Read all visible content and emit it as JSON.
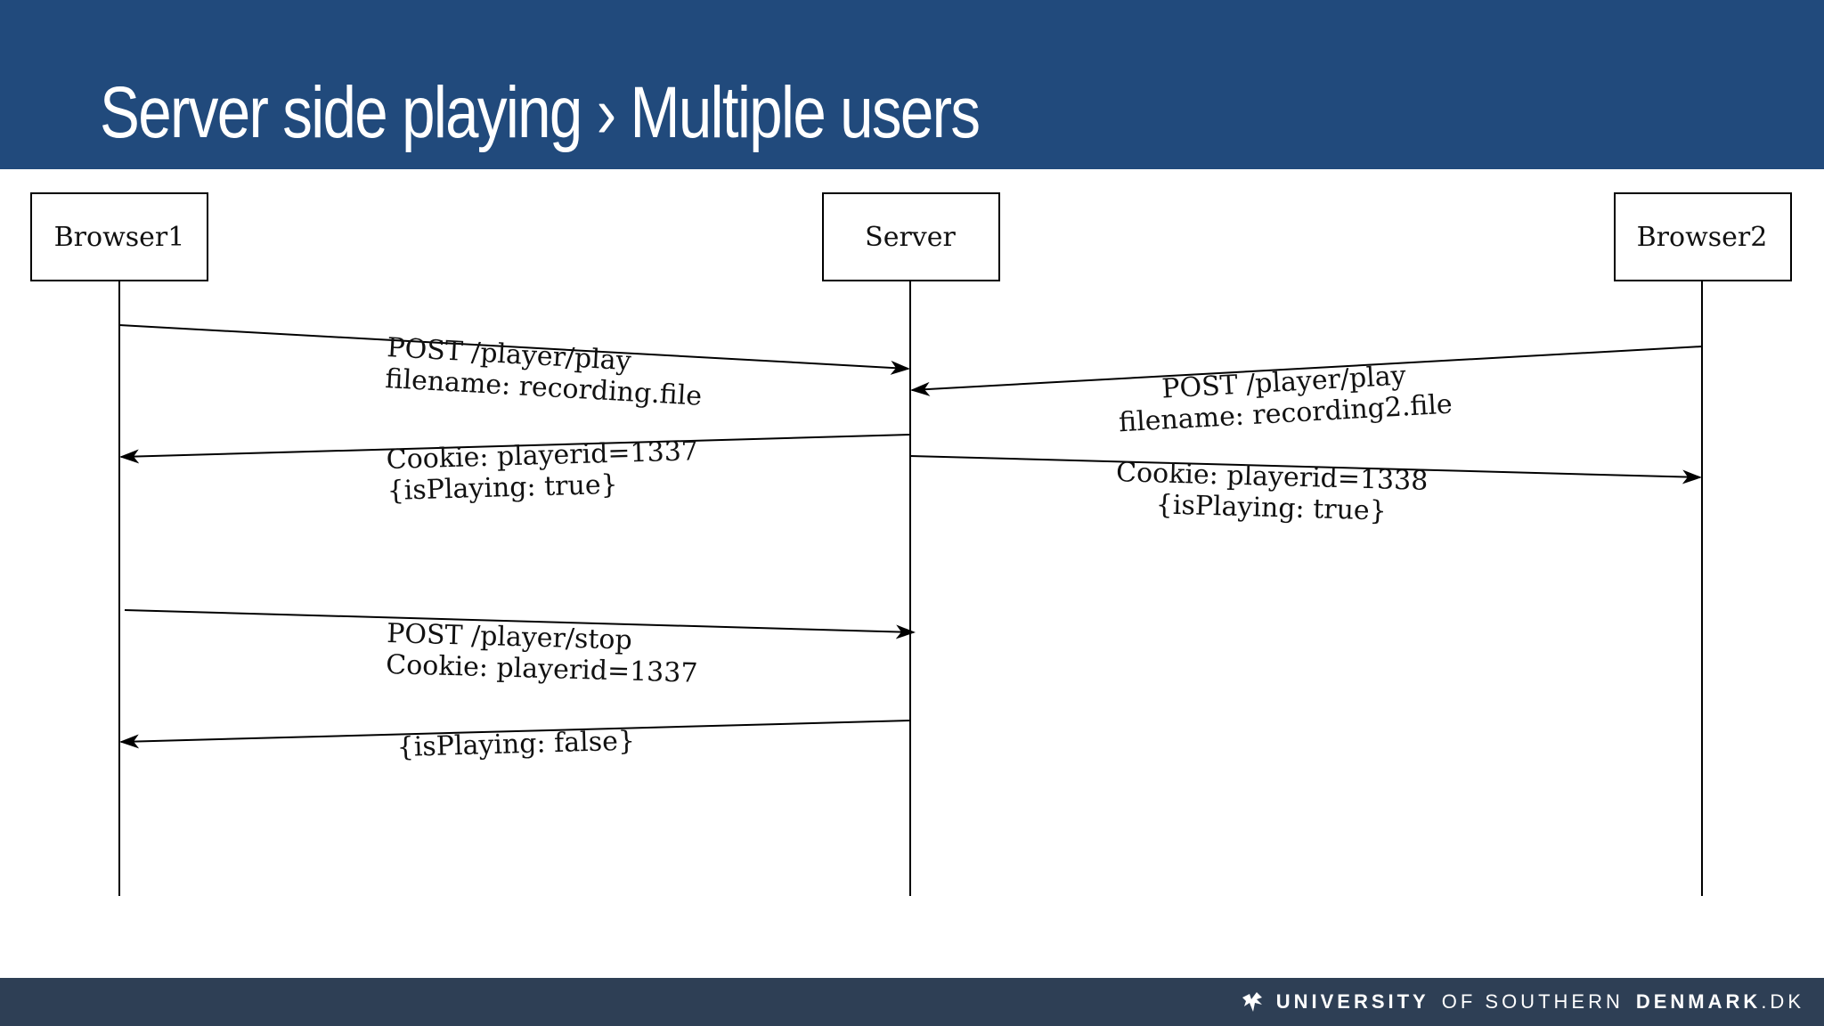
{
  "slide": {
    "title": "Server side playing › Multiple users"
  },
  "diagram": {
    "participants": [
      "Browser1",
      "Server",
      "Browser2"
    ],
    "messages": [
      {
        "from": "Browser1",
        "to": "Server",
        "lines": [
          "POST /player/play",
          "filename: recording.file"
        ]
      },
      {
        "from": "Browser2",
        "to": "Server",
        "lines": [
          "POST /player/play",
          "filename: recording2.file"
        ]
      },
      {
        "from": "Server",
        "to": "Browser1",
        "lines": [
          "Cookie: playerid=1337",
          "{isPlaying: true}"
        ]
      },
      {
        "from": "Server",
        "to": "Browser2",
        "lines": [
          "Cookie: playerid=1338",
          "{isPlaying: true}"
        ]
      },
      {
        "from": "Browser1",
        "to": "Server",
        "lines": [
          "POST /player/stop",
          "Cookie: playerid=1337"
        ]
      },
      {
        "from": "Server",
        "to": "Browser1",
        "lines": [
          "{isPlaying: false}"
        ]
      }
    ]
  },
  "footer": {
    "logo_part1": "UNIVERSITY",
    "logo_part2": "OF SOUTHERN",
    "logo_part3": "DENMARK",
    "logo_part4": ".DK"
  },
  "colors": {
    "header": "#214a7c",
    "footer": "#2e3f55"
  }
}
